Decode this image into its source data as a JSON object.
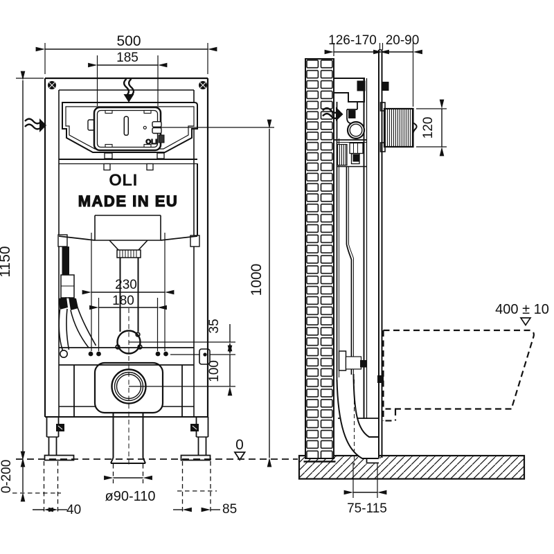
{
  "front_view": {
    "brand_logo": "OLI",
    "made_in_label": "MADE IN EU",
    "flush_plate_logo": "OLI",
    "dim_frame_width": "500",
    "dim_plate_cutout_width": "185",
    "dim_frame_height": "1150",
    "dim_flush_plate_center_height": "1000",
    "dim_fixing_spacing_outer": "230",
    "dim_fixing_spacing_inner": "180",
    "dim_inlet_above_fixings": "35",
    "dim_outlet_below_fixings": "100",
    "dim_leg_adjustment": "0-200",
    "dim_left_foot_offset": "40",
    "dim_outlet_diameter": "ø90-110",
    "dim_right_foot_offset": "85",
    "floor_datum_label": "0"
  },
  "side_view": {
    "dim_installation_depth": "126-170",
    "dim_finish_thickness": "20-90",
    "dim_flush_unit_height": "120",
    "dim_bowl_rim_height": "400 ± 10",
    "dim_outlet_projection": "75-115"
  },
  "colors": {
    "line": "#111111",
    "background": "#ffffff"
  }
}
